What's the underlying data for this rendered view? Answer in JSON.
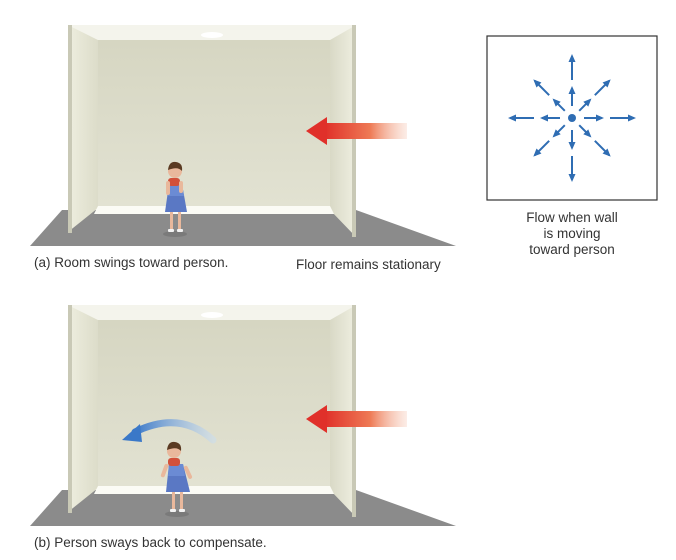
{
  "panel_a": {
    "caption": "(a) Room swings toward person.",
    "floor_caption": "Floor remains stationary"
  },
  "panel_b": {
    "caption": "(b) Person sways back to compensate."
  },
  "flow_box": {
    "caption_lines": [
      "Flow when wall",
      "is moving",
      "toward person"
    ]
  },
  "colors": {
    "room_wall": "#d8d8c6",
    "room_side": "#e6e5d4",
    "floor": "#8a8a8a",
    "push_arrow": "#e0302a",
    "sway_arrow": "#3a78c8",
    "flow_arrow": "#2f6db3"
  }
}
